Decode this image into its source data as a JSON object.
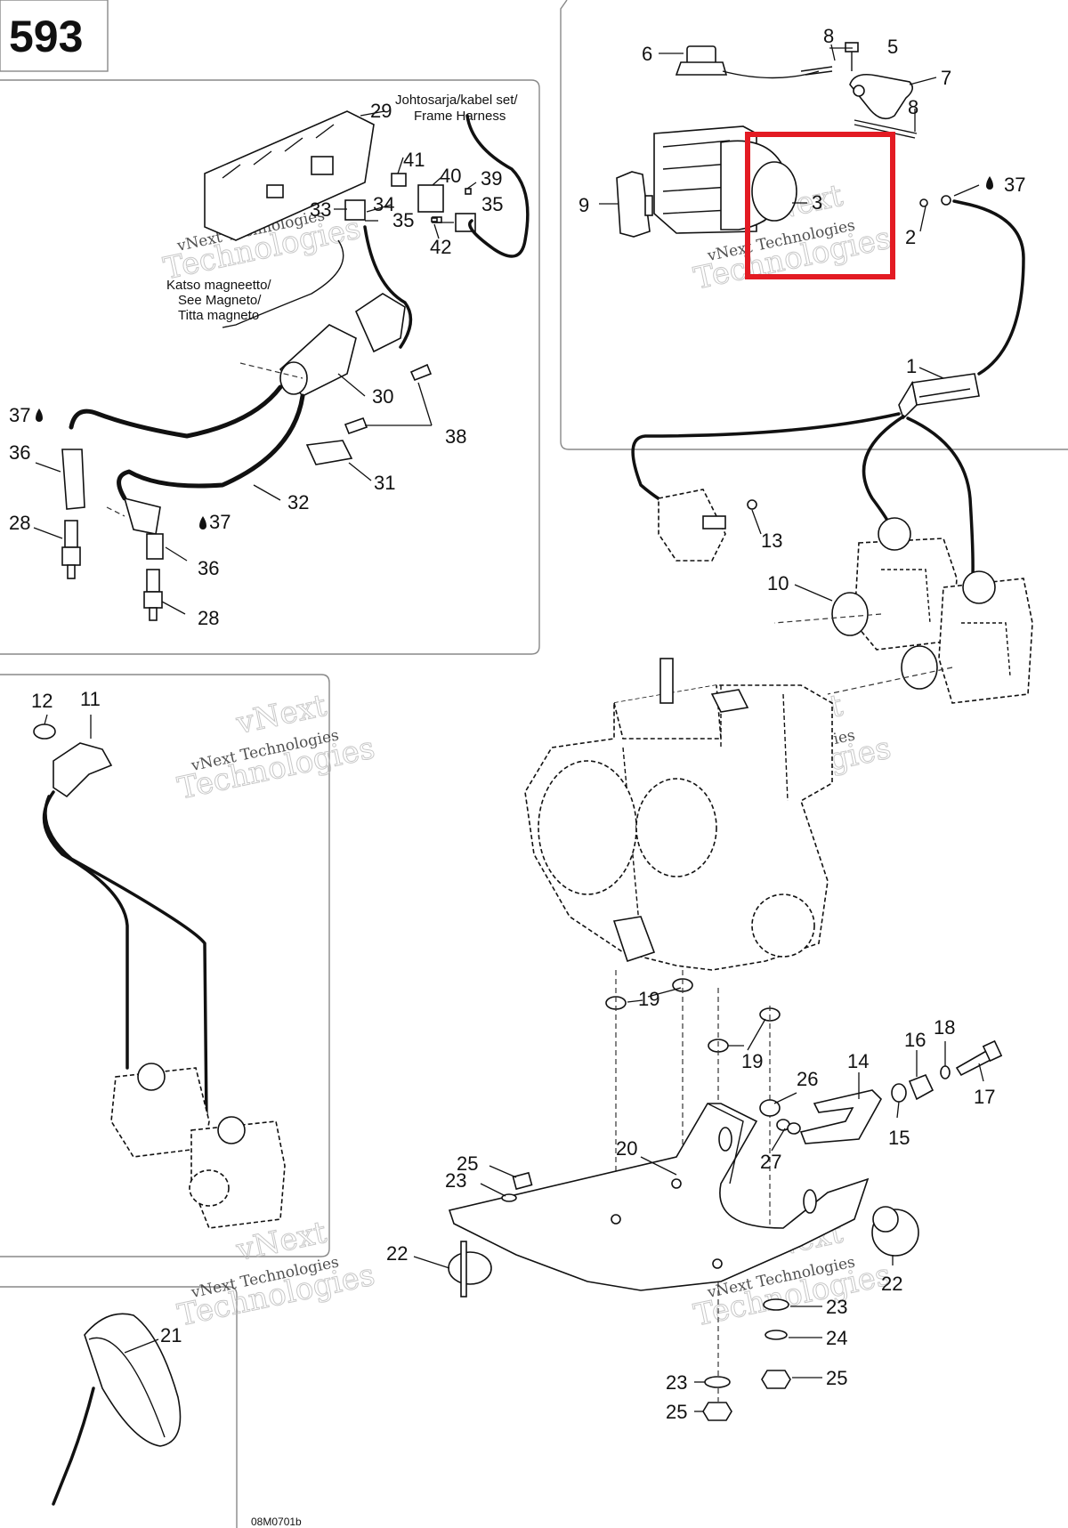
{
  "page_number": "593",
  "drawing_code": "08M0701b",
  "annotations": {
    "harness": [
      "Johtosarja/kabel set/",
      "Frame Harness"
    ],
    "magneto": [
      "Katso magneetto/",
      "See Magneto/",
      "Titta magneto"
    ]
  },
  "watermark": {
    "line1": "vNext",
    "line2": "vNext Technologies",
    "line3": "Technologies"
  },
  "highlight": {
    "color": "#e31b23",
    "part": "3"
  },
  "callouts": {
    "c1": "1",
    "c2": "2",
    "c3": "3",
    "c5": "5",
    "c6": "6",
    "c7": "7",
    "c8a": "8",
    "c8b": "8",
    "c9": "9",
    "c37a": "37",
    "c10": "10",
    "c13": "13",
    "c29": "29",
    "c41": "41",
    "c40": "40",
    "c39": "39",
    "c33": "33",
    "c34": "34",
    "c35a": "35",
    "c35b": "35",
    "c42": "42",
    "c30": "30",
    "c38": "38",
    "c31": "31",
    "c32": "32",
    "c37b": "37",
    "c37c": "37",
    "c36a": "36",
    "c36b": "36",
    "c28a": "28",
    "c28b": "28",
    "c12": "12",
    "c11": "11",
    "c21": "21",
    "c19a": "19",
    "c19b": "19",
    "c16": "16",
    "c18": "18",
    "c14": "14",
    "c17": "17",
    "c26": "26",
    "c15": "15",
    "c27": "27",
    "c20": "20",
    "c25a": "25",
    "c23a": "23",
    "c22a": "22",
    "c22b": "22",
    "c23b": "23",
    "c24": "24",
    "c25b": "25",
    "c23c": "23",
    "c25c": "25"
  }
}
